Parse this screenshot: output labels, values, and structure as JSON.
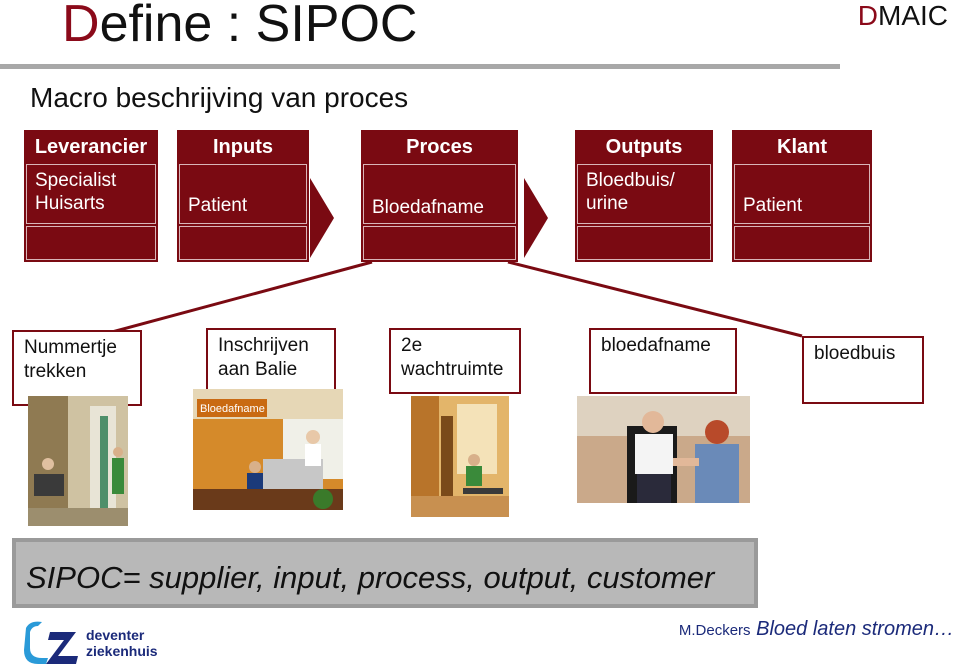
{
  "title": {
    "first": "D",
    "rest": "efine : SIPOC"
  },
  "dmaic": {
    "first": "D",
    "rest": "MAIC"
  },
  "subtitle": "Macro beschrijving van proces",
  "sipoc": {
    "columns": [
      {
        "header": "Leverancier",
        "body": "Specialist\nHuisarts"
      },
      {
        "header": "Inputs",
        "body": "Patient"
      },
      {
        "header": "Proces",
        "body": "Bloedafname"
      },
      {
        "header": "Outputs",
        "body": "Bloedbuis/\nurine"
      },
      {
        "header": "Klant",
        "body": "Patient"
      }
    ]
  },
  "steps": [
    {
      "label": "Nummertje\ntrekken"
    },
    {
      "label": "Inschrijven\naan Balie"
    },
    {
      "label": "2e\nwachtruimte"
    },
    {
      "label": "bloedafname"
    },
    {
      "label": "bloedbuis"
    }
  ],
  "photos": {
    "balie_sign": "Bloedafname"
  },
  "footer": "SIPOC= supplier, input, process, output, customer",
  "credit": {
    "author": "M.Deckers",
    "tagline": "Bloed laten stromen…"
  },
  "logo": {
    "line1": "deventer",
    "line2": "ziekenhuis"
  },
  "colors": {
    "accent": "#7a0a12",
    "title_accent": "#8b0a1a",
    "logo_blue": "#1b2a7a"
  }
}
